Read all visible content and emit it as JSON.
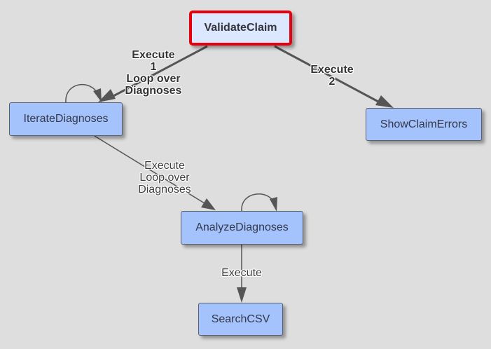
{
  "diagram": {
    "nodes": [
      {
        "id": "validate",
        "label": "ValidateClaim",
        "selected": true
      },
      {
        "id": "iterate",
        "label": "IterateDiagnoses",
        "selected": false
      },
      {
        "id": "showerrors",
        "label": "ShowClaimErrors",
        "selected": false
      },
      {
        "id": "analyze",
        "label": "AnalyzeDiagnoses",
        "selected": false
      },
      {
        "id": "search",
        "label": "SearchCSV",
        "selected": false
      }
    ],
    "edges": [
      {
        "id": "e1",
        "from": "validate",
        "to": "iterate",
        "lines": [
          "Execute",
          "1",
          "Loop over",
          "Diagnoses"
        ],
        "bold": true
      },
      {
        "id": "e2",
        "from": "validate",
        "to": "showerrors",
        "lines": [
          "Execute",
          "2"
        ],
        "bold": true
      },
      {
        "id": "e3",
        "from": "iterate",
        "to": "analyze",
        "lines": [
          "Execute",
          "Loop over",
          "Diagnoses"
        ],
        "bold": false
      },
      {
        "id": "e4",
        "from": "analyze",
        "to": "search",
        "lines": [
          "Execute"
        ],
        "bold": false
      },
      {
        "id": "loop1",
        "from": "iterate",
        "to": "iterate",
        "lines": [],
        "bold": false
      },
      {
        "id": "loop2",
        "from": "analyze",
        "to": "analyze",
        "lines": [],
        "bold": false
      }
    ],
    "colors": {
      "background": "#dedede",
      "node_fill": "#a4c2fb",
      "selected_fill": "#dbe8ff",
      "selected_border": "#e8000d",
      "edge": "#555555"
    }
  }
}
